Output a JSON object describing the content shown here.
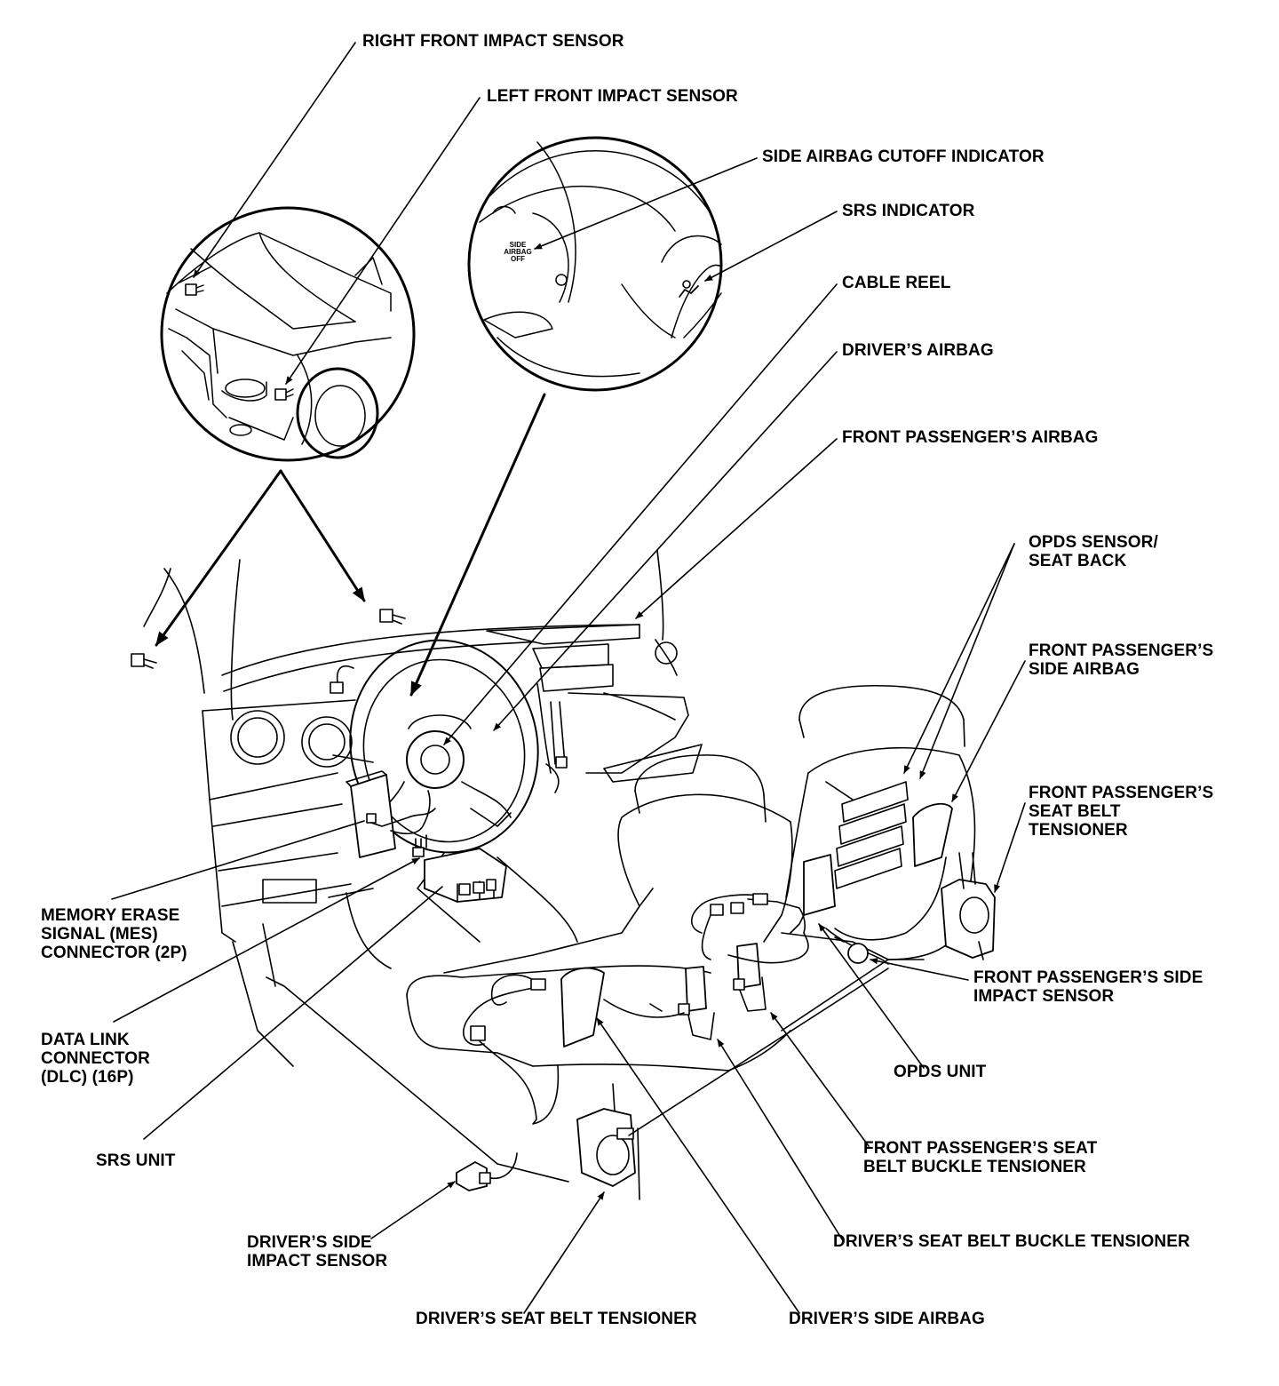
{
  "labels": {
    "right_front_impact_sensor": "RIGHT FRONT IMPACT SENSOR",
    "left_front_impact_sensor": "LEFT FRONT IMPACT SENSOR",
    "side_airbag_cutoff_indicator": "SIDE AIRBAG CUTOFF INDICATOR",
    "srs_indicator": "SRS INDICATOR",
    "cable_reel": "CABLE REEL",
    "drivers_airbag": "DRIVER’S AIRBAG",
    "front_passengers_airbag": "FRONT PASSENGER’S AIRBAG",
    "opds_sensor_seat_back": "OPDS SENSOR/\nSEAT BACK",
    "front_passengers_side_airbag": "FRONT PASSENGER’S\nSIDE AIRBAG",
    "front_passengers_seat_belt_tensioner": "FRONT PASSENGER’S\nSEAT BELT\nTENSIONER",
    "front_passengers_side_impact_sensor": "FRONT PASSENGER’S SIDE\nIMPACT SENSOR",
    "opds_unit": "OPDS UNIT",
    "front_passengers_seat_belt_buckle_tensioner": "FRONT PASSENGER’S SEAT\nBELT BUCKLE TENSIONER",
    "drivers_seat_belt_buckle_tensioner": "DRIVER’S SEAT BELT BUCKLE TENSIONER",
    "drivers_side_airbag": "DRIVER’S SIDE AIRBAG",
    "drivers_seat_belt_tensioner": "DRIVER’S SEAT BELT TENSIONER",
    "drivers_side_impact_sensor": "DRIVER’S SIDE\nIMPACT SENSOR",
    "srs_unit": "SRS UNIT",
    "data_link_connector": "DATA LINK\nCONNECTOR\n(DLC) (16P)",
    "memory_erase_signal_connector": "MEMORY ERASE\nSIGNAL (MES)\nCONNECTOR (2P)"
  },
  "gauge_text": {
    "side_airbag_off": "SIDE\nAIRBAG\nOFF"
  }
}
